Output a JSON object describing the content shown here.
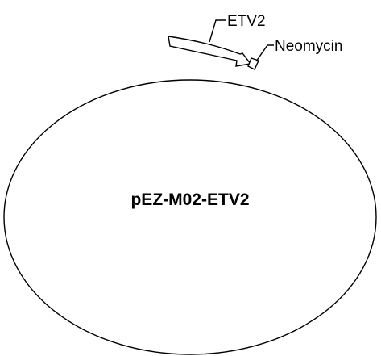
{
  "plasmid": {
    "name": "pEZ-M02-ETV2"
  },
  "features": [
    {
      "label": "ETV2",
      "type": "gene-arrow"
    },
    {
      "label": "Neomycin",
      "type": "marker-box"
    }
  ],
  "colors": {
    "stroke": "#000000",
    "background": "#ffffff",
    "feature_fill": "#ffffff"
  }
}
